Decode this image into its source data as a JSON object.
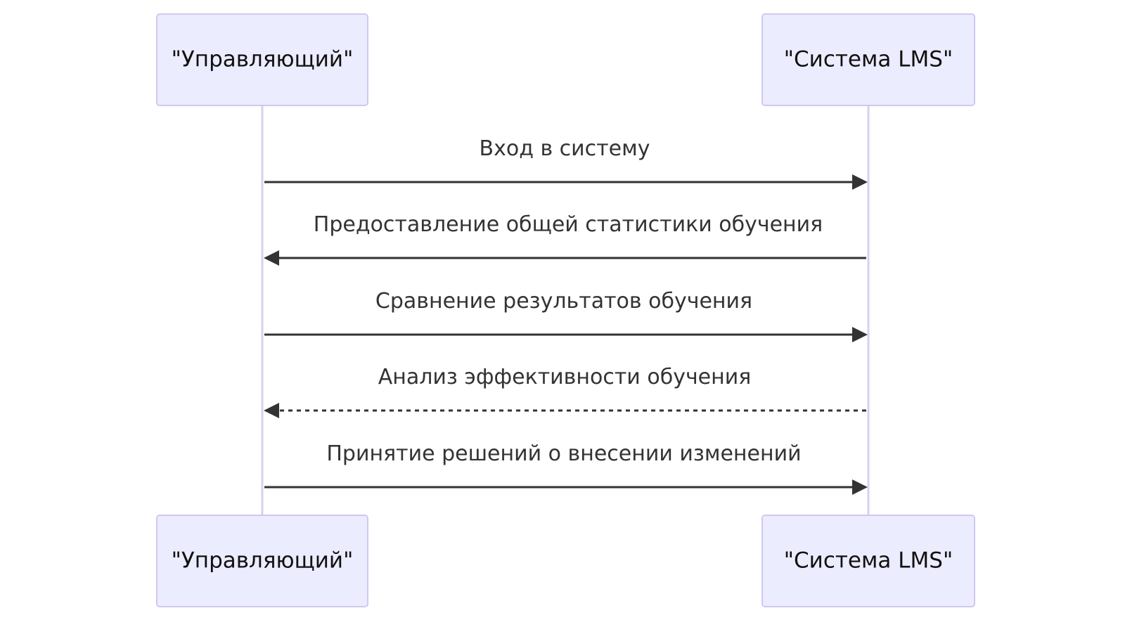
{
  "participants": [
    {
      "id": "manager",
      "label": "\"Управляющий\""
    },
    {
      "id": "lms",
      "label": "\"Система LMS\""
    }
  ],
  "messages": [
    {
      "from": "manager",
      "to": "lms",
      "label": "Вход в систему",
      "style": "solid"
    },
    {
      "from": "lms",
      "to": "manager",
      "label": "Предоставление общей статистики обучения",
      "style": "solid"
    },
    {
      "from": "manager",
      "to": "lms",
      "label": "Сравнение результатов обучения",
      "style": "solid"
    },
    {
      "from": "lms",
      "to": "manager",
      "label": "Анализ эффективности обучения",
      "style": "dashed"
    },
    {
      "from": "manager",
      "to": "lms",
      "label": "Принятие решений о внесении изменений",
      "style": "solid"
    }
  ],
  "colors": {
    "actor_fill": "#ececff",
    "actor_border": "#d0c8f0",
    "lifeline": "#d7d0f0",
    "message": "#333333"
  }
}
